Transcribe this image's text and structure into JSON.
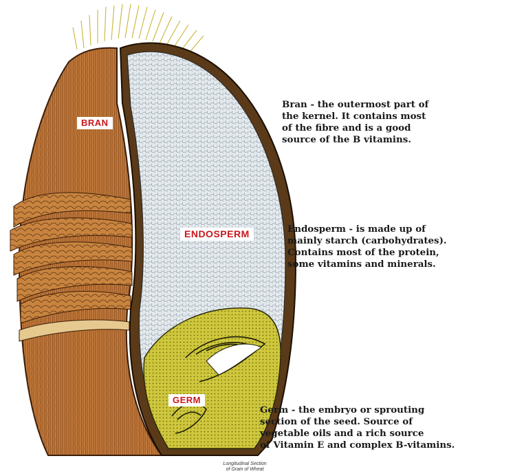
{
  "labels": {
    "bran": "BRAN",
    "endosperm": "ENDOSPERM",
    "germ": "GERM"
  },
  "descriptions": {
    "bran": [
      "Bran - the outermost part of",
      "the kernel. It contains most",
      "of the fibre and is a good",
      "source of the B vitamins."
    ],
    "endosperm": [
      "Endosperm - is made up of",
      "mainly starch (carbohydrates).",
      "Contains most of the protein,",
      "some vitamins and minerals."
    ],
    "germ": [
      "Germ - the embryo or sprouting",
      "section of the seed. Source of",
      "vegetable oils and a rich source",
      "of Vitamin E and complex B-vitamins."
    ]
  },
  "caption": [
    "Longitudinal Section",
    "of Grain of Wheat"
  ],
  "colors": {
    "bran": "#c27a3a",
    "endosperm": "#dde5ea",
    "germ": "#c9c23a",
    "label_text": "#c8171d"
  }
}
